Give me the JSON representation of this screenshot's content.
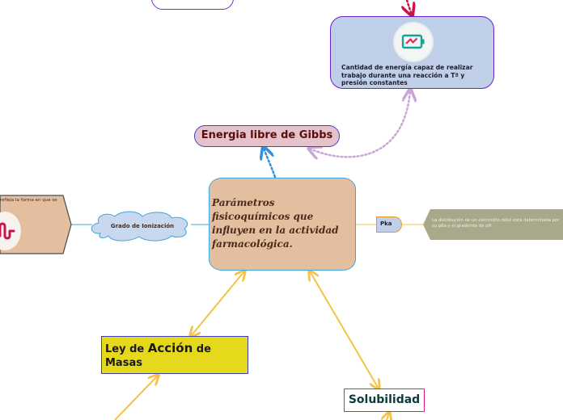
{
  "central_topic": {
    "text": "Parámetros fisicoquímicos que influyen en la actividad farmacológica."
  },
  "energy_definition": {
    "text": "Cantidad de energía capaz de realizar trabajo durante una reacción a Tª y presión constantes"
  },
  "gibbs": {
    "label": "Energia libre de Gibbs"
  },
  "ionization": {
    "label": "Grado de Ionización"
  },
  "left_note": {
    "text": "refleja la forma en que se"
  },
  "pka": {
    "label": "Pka",
    "description": "La distribución de un electrolito débil está determinada por su pKa y el gradiente de pH"
  },
  "mass_action": {
    "label_part1": "Ley de ",
    "label_part2": "Acción",
    "label_part3": " de Masas"
  },
  "solubility": {
    "label": "Solubilidad"
  },
  "icons": {
    "battery": "battery-icon",
    "pulse": "pulse-icon"
  },
  "colors": {
    "central_fill": "#e3bf9f",
    "energy_fill": "#bfcfe8",
    "gibbs_fill": "#e4c3cc",
    "mass_fill": "#e6d81a",
    "pka_desc_fill": "#a8a88a",
    "arrow_yellow": "#f5c242",
    "arrow_purple": "#c8a6d8",
    "arrow_blue": "#2f8fe0",
    "arrow_crimson": "#c8144a"
  }
}
